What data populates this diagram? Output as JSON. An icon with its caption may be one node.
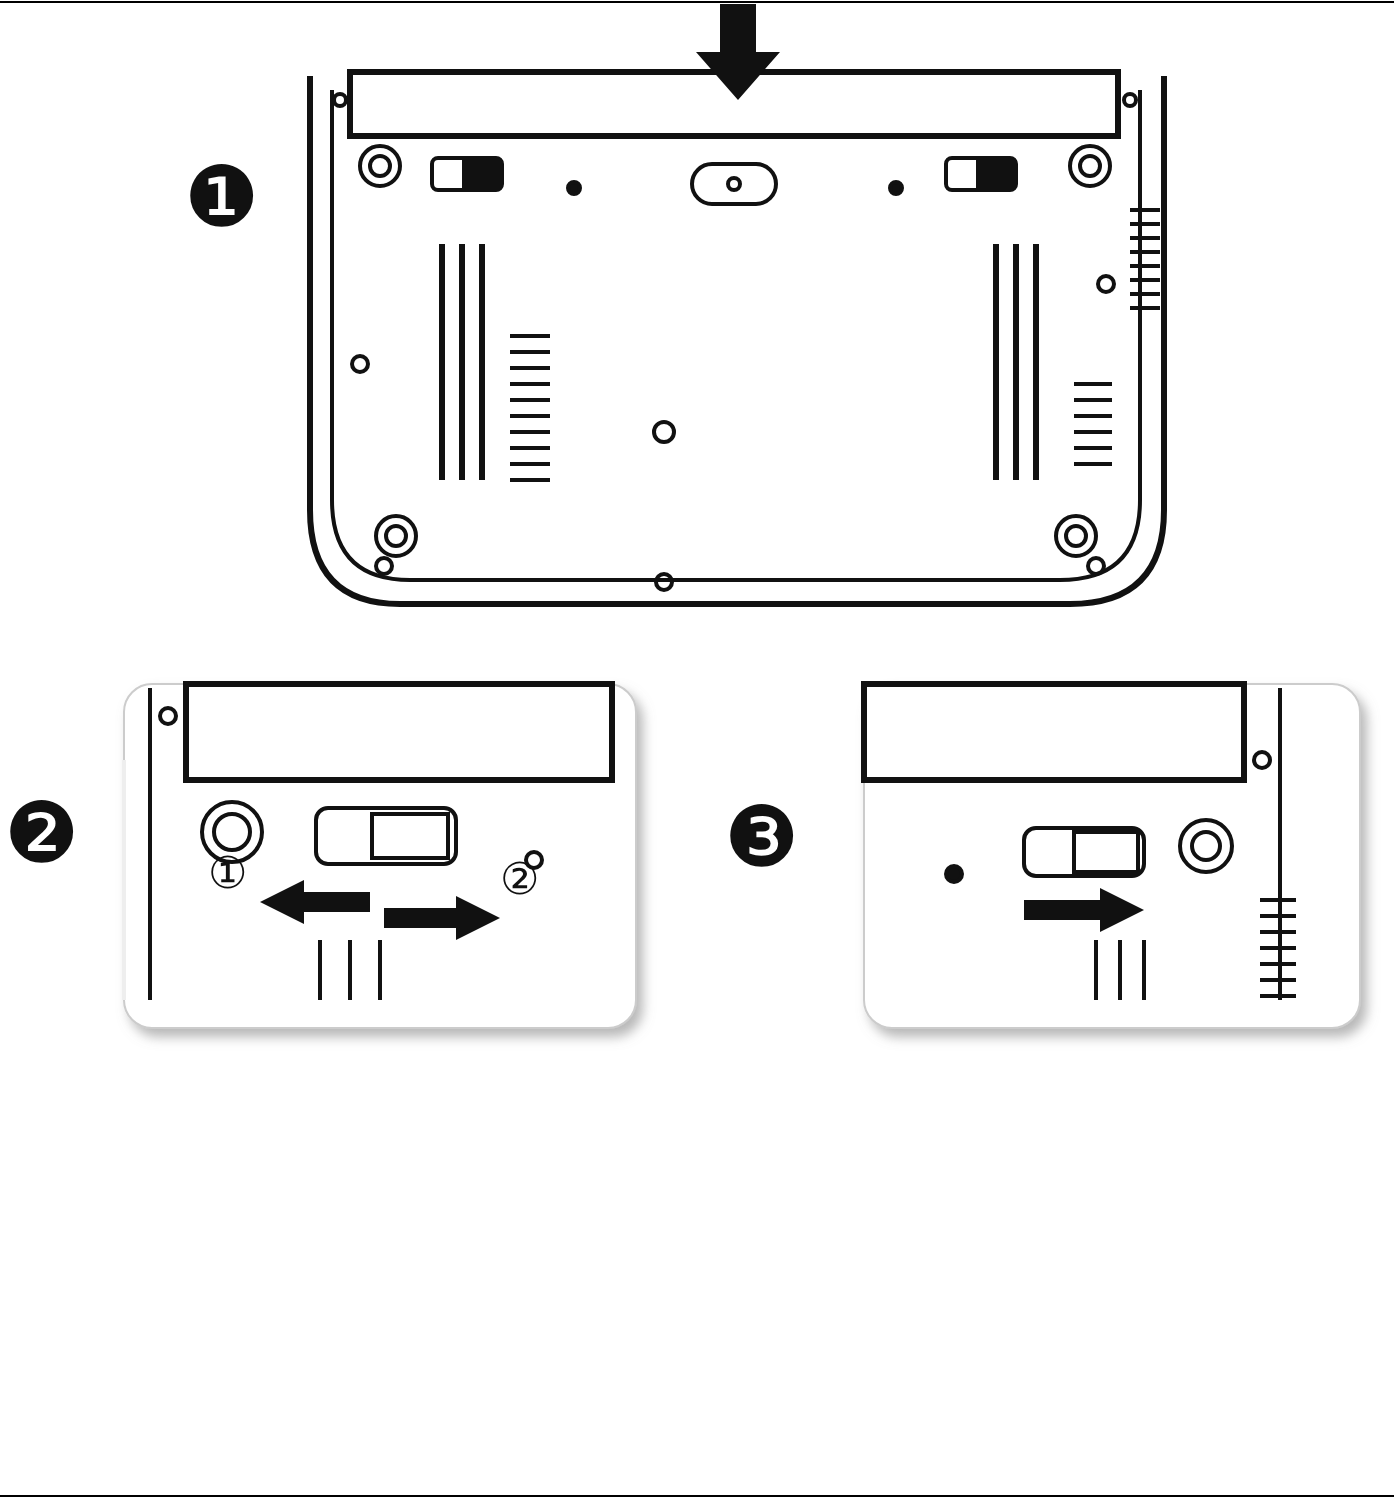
{
  "diagram": {
    "labels": [
      "❶",
      "❷",
      "❸",
      "①",
      "②"
    ]
  }
}
